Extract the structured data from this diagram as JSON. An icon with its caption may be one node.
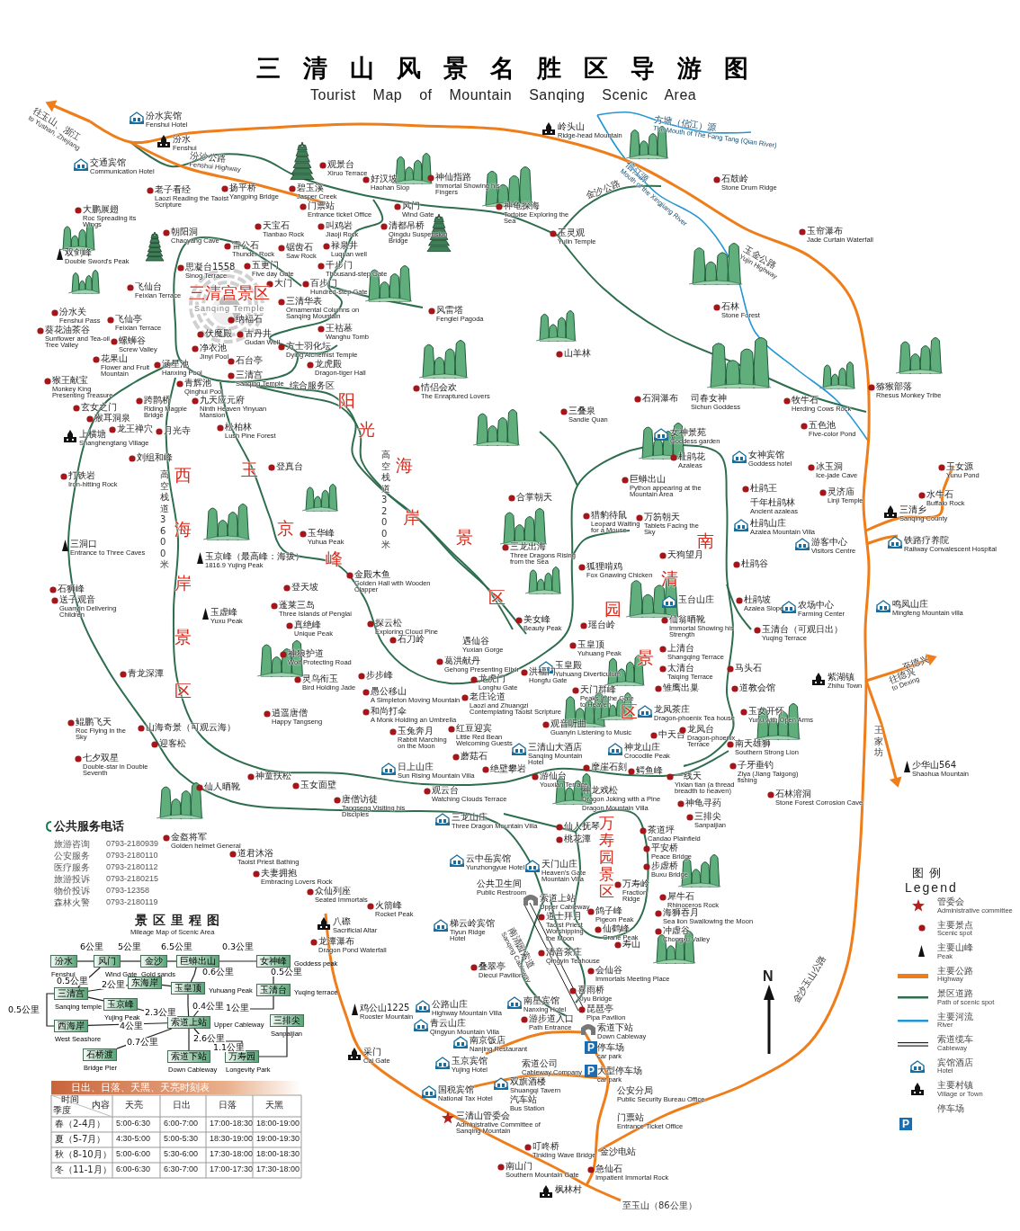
{
  "diagram": {
    "title": "三清山风景名胜区导游图",
    "nodes": [
      {
        "text": [
          "汾水",
          "Fenshui"
        ]
      },
      {
        "text": [
          "风门",
          "Wind Gate"
        ]
      },
      {
        "text": [
          "金沙",
          "Gold sands"
        ]
      },
      {
        "text": [
          "巨蟒出山"
        ]
      },
      {
        "text": [
          "女神峰",
          "Goddess peak"
        ]
      },
      {
        "text": [
          "东海岸"
        ]
      },
      {
        "text": [
          "玉皇顶",
          "Yuhuang Peak"
        ]
      },
      {
        "text": [
          "玉清台",
          "Yuqing terrace"
        ]
      },
      {
        "text": [
          "三清宫",
          "Sanqing temple"
        ]
      },
      {
        "text": [
          "玉京峰",
          "Yujing Peak"
        ]
      },
      {
        "text": [
          "西海岸",
          "West Seashore"
        ]
      },
      {
        "text": [
          "索道上站",
          "Upper Cableway"
        ]
      },
      {
        "text": [
          "三排尖",
          "Sanpaijian"
        ]
      },
      {
        "text": [
          "索道下站",
          "Down Cableway"
        ]
      },
      {
        "text": [
          "万寿园",
          "Longevity Park"
        ]
      },
      {
        "text": [
          "石桥渡",
          "Bridge Pier"
        ]
      }
    ],
    "edges": [
      {
        "from": 0,
        "to": 1,
        "arrow": "none",
        "label": "6公里"
      },
      {
        "from": 1,
        "to": 2,
        "arrow": "none",
        "label": "5公里"
      },
      {
        "from": 2,
        "to": 3,
        "arrow": "none",
        "label": "6.5公里"
      },
      {
        "from": 3,
        "to": 4,
        "arrow": "none",
        "label": "0.3公里"
      },
      {
        "from": 1,
        "to": 8,
        "arrow": "none",
        "label": "0.5公里"
      },
      {
        "from": 3,
        "to": 6,
        "arrow": "none",
        "label": "0.6公里"
      },
      {
        "from": 4,
        "to": 7,
        "arrow": "none",
        "label": "0.5公里"
      },
      {
        "from": 8,
        "to": 5,
        "arrow": "none",
        "label": "2公里"
      },
      {
        "from": 8,
        "to": 9,
        "arrow": "none"
      },
      {
        "from": 8,
        "to": 10,
        "arrow": "none",
        "label": "0.5公里"
      },
      {
        "from": 9,
        "to": 11,
        "arrow": "none",
        "label": "2.3公里"
      },
      {
        "from": 10,
        "to": 11,
        "arrow": "none",
        "label": "4公里"
      },
      {
        "from": 7,
        "to": 11,
        "arrow": "none",
        "label": "1公里"
      },
      {
        "from": 6,
        "to": 11,
        "arrow": "none",
        "label": "0.4公里"
      },
      {
        "from": 11,
        "to": 13,
        "arrow": "none",
        "label": "2.6公里"
      },
      {
        "from": 11,
        "to": 14,
        "arrow": "none",
        "label": "1.1公里"
      },
      {
        "from": 12,
        "to": 14,
        "arrow": "none"
      },
      {
        "from": 15,
        "to": 11,
        "arrow": "none",
        "label": "0.7公里"
      },
      {
        "from": 5,
        "to": 6,
        "arrow": "none"
      }
    ],
    "labels": [
      "Tourist Map of Mountain Sanqing Scenic Area",
      "往玉山、浙江 to Yushan, Zhejiang",
      "汾水宾馆 Fenshui Hotel",
      "汾水 Fenshui",
      "交通宾馆 Communication Hotel",
      "汾沙公路 Fenshui Highway",
      "观景台 Xiruo Terrace",
      "碧玉溪 Jasper Creek",
      "好汉坡 Haohan Slop",
      "神仙指路 Immortal Showing his Fingers",
      "老子看经 Laozi Reading the Taoist Scripture",
      "扬平桥 Yangping Bridge",
      "门票站 Entrance ticket Office",
      "风门 Wind Gate",
      "天宝石 Tianbao Rock",
      "叫鸡岩 Jiaoji Rock",
      "清都吊桥 Qingdu Suspension Bridge",
      "大鹏展翅 Roc Spreading its Wings",
      "朝阳洞 Chaoyang Cave",
      "雷公石 Thunder Rock",
      "锯齿石 Saw Rock",
      "五更门 Five day Gate",
      "大门",
      "禄泉井 Luquan well",
      "千步门 Thousand-step Gate",
      "百步门 Hundred-step Gate",
      "双剑峰 Double Sword's Peak",
      "思凝台1558 Sinog Terrace",
      "飞仙台 Feixian Terrace",
      "三清宫景区",
      "Sanqing Temple",
      "三清华表 Ornamental Columns on Sanqing Mountain",
      "汾水关 Fenshui Pass",
      "飞仙亭 Feixian Terrace",
      "葵花油茶谷 Sunflower and Tea-oil Tree Valley",
      "螺蛳谷 Screw Valley",
      "纳福石",
      "伏魔殿",
      "古丹井 Gudan Well",
      "王祜墓 Wanghu Tomb",
      "风雷塔 Fenglei Pagoda",
      "方士羽化坛 Dying Alchemist Temple",
      "龙虎殿 Dragon-tiger Hall",
      "花果山 Flower and Fruit Mountain",
      "净衣池 Jinyi Pool",
      "涵星池 Hanxing Pool",
      "青辉池 Qinghui Pool",
      "石台亭",
      "三清宫 Sanqing Temple",
      "综合服务区",
      "跨鹊桥 Riding Magpie Bridge",
      "九天应元府 Ninth Heaven Yinyuan Mansion",
      "松柏林 Lush Pine Forest",
      "猴王献宝 Monkey King Presenting Treasure",
      "玄女之门",
      "猴耳洞泉",
      "龙王禅穴",
      "上横塘 Shanghengtang Village",
      "月光寺",
      "西海岸景区",
      "玉",
      "京",
      "峰",
      "阳",
      "光",
      "海",
      "岸",
      "景",
      "区",
      "南",
      "清",
      "园",
      "景",
      "区",
      "万寿园景区",
      "岭头山 Ridge-head Mountain",
      "方塘（信江）源 The Mouth of The Fang Tang (Qian River)",
      "信江源 Mouth of the Xingjiang River",
      "石鼓岭 Stone Drum Ridge",
      "神龟探海 Tortoise Exploring the Sea",
      "玉灵观 Yulin Temple",
      "金沙公路",
      "玉帘瀑布 Jade Curtain Waterfall",
      "玉金公路 Yujin Highway",
      "石林 Stone Forest",
      "山羊林",
      "猕猴部落 Rhesus Monkey Tribe",
      "牧牛石 Herding Cows Rock",
      "五色池 Five-color Pond",
      "石洞瀑布",
      "三叠泉 Sandie Quan",
      "司春女神 Sichun Goddess",
      "女神景苑 Goddess garden",
      "情侣会欢 The Enraptured Lovers",
      "女神宾馆 Goddess hotel",
      "冰玉洞 Ice-jade Cave",
      "玉女源 Yunu Pond",
      "杜鹃王",
      "灵济庙 Linji Temple",
      "水牛石 Buffalo Rock",
      "千年杜鹃林 Ancient azaleas",
      "三清乡 Sanqing County",
      "杜鹃山庄 Azalea Mountain Villa",
      "游客中心 Visitors Centre",
      "铁路疗养院 Railway Convalescent Hospital",
      "杜鹃谷",
      "巨蟒出山 Python appearing at the Mountain Area",
      "杜鹃花 Azaleas",
      "合掌朝天",
      "猎豹待鼠 Leopard Waiting for a Mouse",
      "万笏朝天 Tablets Facing the Sky",
      "天狗望月",
      "三龙出海 Three Dragons Rising from the Sea",
      "狐狸啃鸡 Fox Gnawing Chicken",
      "玉台山庄",
      "杜鹃坡 Azalea Slope",
      "农场中心 Farming Center",
      "鸣凤山庄 Mingfeng Mountain villa",
      "玉清台（可观日出） Yuqing Terrace",
      "美女峰 Beauty Peak",
      "瑶台岭",
      "仙翁晒靴 Immortal Showing his Strength",
      "玉皇顶 Yuhuang Peak",
      "玉皇殿 Yuhuang Diverticulum",
      "上清台 Shangqing Terrace",
      "太清台 Taiqing Terrace",
      "马头石",
      "雏鹰出巢",
      "道教会馆",
      "龙凤茶庄 Dragon-phoenix Tea house",
      "玉女开怀 Yunu with Open Arms",
      "中天台",
      "龙凤台 Dragon-phoenix Terrace",
      "南天雄狮 Southern Strong Lion",
      "观音听曲 Guanyin Listening to Music",
      "三清山大酒店 Sanqing Mountain Hotel",
      "神龙山庄 Crocodile Peak",
      "摩崖石刻",
      "鳄鱼峰",
      "一线天 Yixian tian (a thread breadth to heaven)",
      "游仙台 Youxian Terrace",
      "子牙垂钓 Ziya (Jiang Taigong) fishing",
      "神龙戏松 Dragon Joking with a Pine",
      "Dragon Mountain Villa",
      "神龟寻药",
      "三排尖 Sanpaijian",
      "石林溶洞 Stone Forest Corrosion Cave",
      "少华山564 Shaohua Mountain",
      "紫湖镇 Zhihu Town",
      "至德兴",
      "往德兴 to Dexing",
      "王家坊",
      "茶道坪 Candao Plainfield",
      "平安桥 Peace Bridge",
      "步虚桥 Buxu Bridge",
      "万寿岭 Fraction Ridge",
      "犀牛石 Rhinoceros Rock",
      "海狮吞月 Sea lion Swallowing the Moon",
      "冲虚谷 Chongxu Valley",
      "仙人抚琴",
      "桃花潭",
      "云中岳宾馆 Yunzhongyue Hotel",
      "天门山庄 Heaven's Gate Mountain Villa",
      "公共卫生间 Public Restroom",
      "索道上站 Upper Cableway",
      "寿山",
      "道士拜月 Taoist Priest Worshipping the Moon",
      "鸽子峰 Pigeon Peak",
      "仙鹤峰 Crane Peak",
      "清音茶庄 Qingyin Teahouse",
      "会仙谷 Immortals Meeting Place",
      "喜雨桥 Xiyu Bridge",
      "琵琶亭 Pipa Pavilion",
      "南星宾馆 Nanxing Hotel",
      "游步道入口 Path Entrance",
      "索道下站 Down Cableway",
      "停车场 car park",
      "公路山庄 Highway Mountain Villa",
      "青云山庄 Qingyun Mountain Villa",
      "南京饭店 Nanjing Restaurant",
      "玉京宾馆 Yujing Hotel",
      "索道公司 Cableway Company",
      "大型停车场 car park",
      "国税宾馆 National Tax Hotel",
      "双旗酒楼 Shuangqi Tavern",
      "汽车站 Bus Station",
      "公安分局 Public Security Bureau Office",
      "三清山管委会 Administrative Committee of Sanqing Mountain",
      "门票站 Entrance Ticket Office",
      "叮咚桥 Tinkling Wave Bridge",
      "南山门 Southern Mountain Gate",
      "金沙电站",
      "急仙石 Impatient Immortal Rock",
      "枫林村",
      "至玉山（86公里）",
      "金沙玉山公路",
      "南清园索道 Sanqing Cableway",
      "高空栈道3600米",
      "高空栈道3200米",
      "刘组和峰",
      "打铁岩 Iron-hitting Rock",
      "三洞口 Entrance to Three Caves",
      "石狮峰",
      "送子观音 Guanyin Delivering Children",
      "登真台",
      "玉京峰（最高峰：海拔） 1816.9 Yujing Peak",
      "玉华峰 Yuhua Peak",
      "登天坡",
      "金殿木鱼 Golden Hall with Wooden Clapper",
      "玉虚峰 Yuxu Peak",
      "蓬莱三岛 Three Islands of Penglai",
      "真绝峰 Unique Peak",
      "探云松 Exploring Cloud Pine",
      "石刀岭",
      "神狼护道 Wolf Protecting Road",
      "青龙深潭",
      "灵鸟衔玉 Bird Holding Jade",
      "步步峰",
      "逍遥唐僧 Happy Tangseng",
      "鲲鹏飞天 Roc Flying in the Sky",
      "山海奇景（可观云海）",
      "迎客松",
      "七夕双星 Double-star in Double Seventh",
      "仙人晒靴",
      "神童扶松",
      "玉女面壁",
      "唐僧访徒 Tangseng Visiting his Disciples",
      "观云台 Watching Clouds Terrace",
      "三龙山庄 Three Dragon Mountain Villa",
      "遇仙谷 Yuxian Gorge",
      "葛洪献丹 Gehong Presenting Elixir",
      "龙虎门 Longhu Gate",
      "洪福门 Hongfu Gate",
      "愚公移山 A Simpleton Moving Mountain",
      "老庄论道 Laozi and Zhuangzi Contemplating Taoist Scripture",
      "和尚打伞 A Monk Holding an Umbrella",
      "玉兔奔月 Rabbit Marching on the Moon",
      "红豆迎宾 Little Red Bean Welcoming Guests",
      "蘑菇石",
      "日上山庄 Sun Rising Mountain Villa",
      "绝壁攀岩",
      "天门群峰 Peaks in the Gate to Heaven",
      "金盔将军 Golden helmet General",
      "道君沐浴 Taoist Priest Bathing",
      "夫妻拥抱 Embracing Lovers Rock",
      "众仙列座 Seated Immortals",
      "火箭峰 Rocket Peak",
      "八磜 Sacrificial Altar",
      "龙潭瀑布 Dragon Pond Waterfall",
      "叠翠亭 Diecui Pavilion",
      "梯云岭宾馆 Tiyun Ridge Hotel",
      "鸡公山1225 Rooster Mountain",
      "采门 Cai Gate",
      "公共服务电话",
      "旅游咨询",
      "0793-2180939",
      "公安服务",
      "0793-2180110",
      "医疗服务",
      "0793-2180112",
      "旅游投诉",
      "0793-2180215",
      "物价投诉",
      "0793-12358",
      "森林火警",
      "0793-2180119",
      "景区里程图",
      "Mileage Map of Scenic Area",
      "日出、日落、天黑、天亮时刻表",
      "时间",
      "内容",
      "季度",
      "天亮",
      "日出",
      "日落",
      "天黑",
      "春（2-4月）",
      "5:00-6:30",
      "6:00-7:00",
      "17:00-18:30",
      "18:00-19:00",
      "夏（5-7月）",
      "4:30-5:00",
      "5:00-5:30",
      "18:30-19:00",
      "19:00-19:30",
      "秋（8-10月）",
      "5:00-6:00",
      "5:30-6:00",
      "17:30-18:00",
      "18:00-18:30",
      "冬（11-1月）",
      "6:00-6:30",
      "6:30-7:00",
      "17:00-17:30",
      "17:30-18:00",
      "图例",
      "Legend",
      "N",
      "P",
      "P",
      "P"
    ],
    "legend": [
      {
        "text": "管委会 Administrative committee"
      },
      {
        "text": "主要景点 Scenic spot"
      },
      {
        "text": "主要山峰 Peak"
      },
      {
        "text": "主要公路 Highway"
      },
      {
        "text": "景区道路 Path of scenic spot"
      },
      {
        "text": "主要河流 River"
      },
      {
        "text": "索道缆车 Cableway"
      },
      {
        "text": "宾馆酒店 Hotel"
      },
      {
        "text": "主要村镇 Village or Town"
      },
      {
        "text": "停车场"
      }
    ]
  }
}
